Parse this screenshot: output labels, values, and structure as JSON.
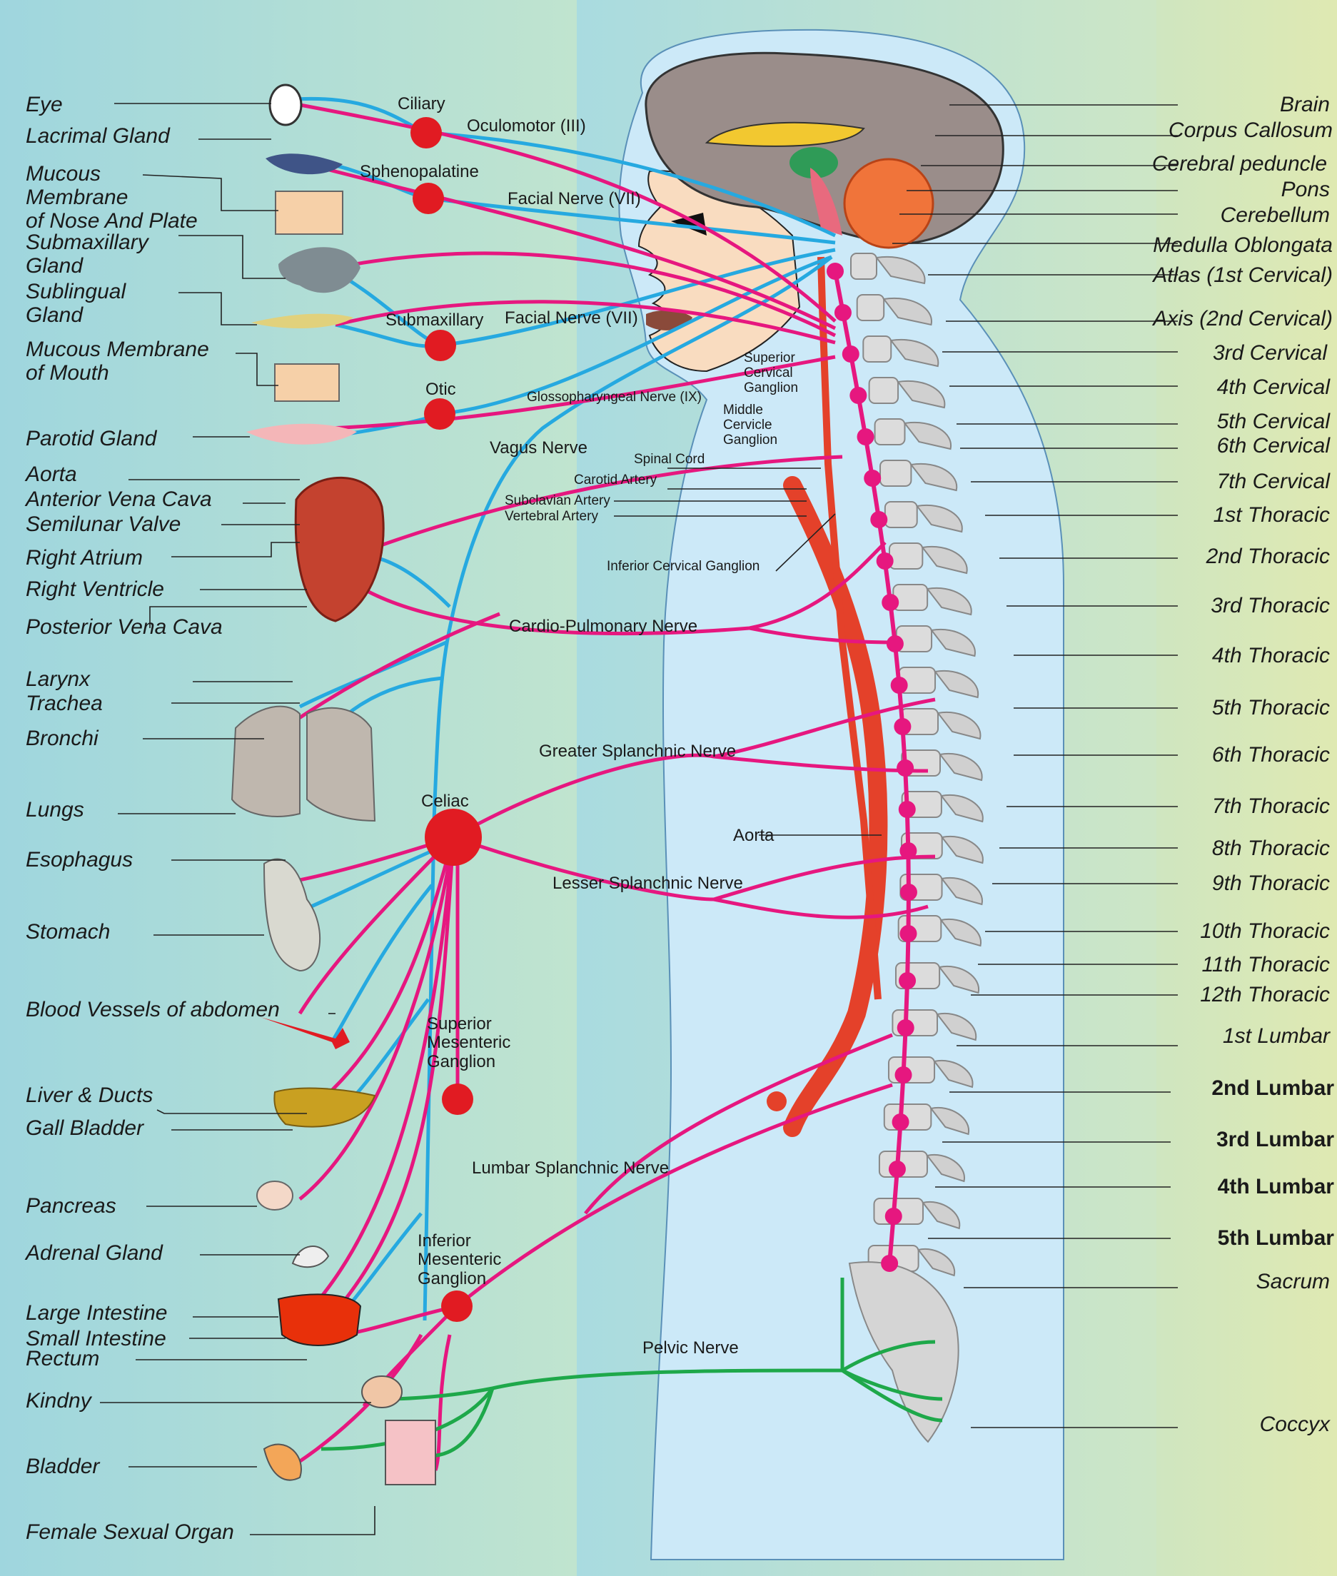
{
  "colors": {
    "sympathetic": "#e6177f",
    "parasympathetic": "#26a9e0",
    "pelvic": "#1ea84a",
    "ganglion": "#e11b22",
    "aorta": "#e4412a",
    "body_fill": "#cce9f8",
    "skin": "#f9dcc0",
    "brain": "#9a8d8a",
    "bg_left": "#9fd6de",
    "bg_right": "#dde9b6"
  },
  "left_labels": {
    "eye": "Eye",
    "lacrimal_gland": "Lacrimal Gland",
    "mucous_nose": "Mucous\nMembrane\nof Nose And Plate",
    "submaxillary_gland": "Submaxillary\nGland",
    "sublingual_gland": "Sublingual\nGland",
    "mucous_mouth": "Mucous Membrane\nof Mouth",
    "parotid_gland": "Parotid Gland",
    "aorta": "Aorta",
    "anterior_vena_cava": "Anterior Vena Cava",
    "semilunar_valve": "Semilunar Valve",
    "right_atrium": "Right Atrium",
    "right_ventricle": "Right Ventricle",
    "posterior_vena_cava": "Posterior Vena Cava",
    "larynx": "Larynx",
    "trachea": "Trachea",
    "bronchi": "Bronchi",
    "lungs": "Lungs",
    "esophagus": "Esophagus",
    "stomach": "Stomach",
    "blood_vessels": "Blood Vessels of abdomen",
    "liver": "Liver & Ducts",
    "gall_bladder": "Gall Bladder",
    "pancreas": "Pancreas",
    "adrenal": "Adrenal Gland",
    "large_intestine": "Large Intestine",
    "small_intestine": "Small Intestine",
    "rectum": "Rectum",
    "kidney": "Kindny",
    "bladder": "Bladder",
    "female_organ": "Female Sexual Organ"
  },
  "right_labels": {
    "brain": "Brain",
    "corpus_callosum": "Corpus Callosum",
    "cerebral_peduncle": "Cerebral peduncle",
    "pons": "Pons",
    "cerebellum": "Cerebellum",
    "medulla": "Medulla Oblongata",
    "atlas": "Atlas (1st Cervical)",
    "axis": "Axis (2nd Cervical)",
    "c3": "3rd Cervical",
    "c4": "4th Cervical",
    "c5": "5th Cervical",
    "c6": "6th Cervical",
    "c7": "7th Cervical",
    "t1": "1st Thoracic",
    "t2": "2nd Thoracic",
    "t3": "3rd Thoracic",
    "t4": "4th Thoracic",
    "t5": "5th Thoracic",
    "t6": "6th Thoracic",
    "t7": "7th Thoracic",
    "t8": "8th Thoracic",
    "t9": "9th Thoracic",
    "t10": "10th Thoracic",
    "t11": "11th Thoracic",
    "t12": "12th Thoracic",
    "l1": "1st Lumbar",
    "l2": "2nd Lumbar",
    "l3": "3rd Lumbar",
    "l4": "4th Lumbar",
    "l5": "5th Lumbar",
    "sacrum": "Sacrum",
    "coccyx": "Coccyx"
  },
  "middle_labels": {
    "ciliary": "Ciliary",
    "oculomotor": "Oculomotor (III)",
    "sphenopalatine": "Sphenopalatine",
    "facial_nerve_1": "Facial Nerve (VII)",
    "submaxillary": "Submaxillary",
    "facial_nerve_2": "Facial Nerve (VII)",
    "otic": "Otic",
    "glossopharyngeal": "Glossopharyngeal Nerve (IX)",
    "vagus": "Vagus Nerve",
    "superior_cervical": "Superior\nCervical\nGanglion",
    "middle_cervical": "Middle\nCervicle\nGanglion",
    "spinal_cord": "Spinal Cord",
    "carotid": "Carotid Artery",
    "subclavian": "Subclavian Artery",
    "vertebral": "Vertebral Artery",
    "inferior_cervical": "Inferior Cervical Ganglion",
    "cardio_pulmonary": "Cardio-Pulmonary Nerve",
    "greater_splanchnic": "Greater Splanchnic Nerve",
    "celiac": "Celiac",
    "aorta": "Aorta",
    "lesser_splanchnic": "Lesser Splanchnic Nerve",
    "superior_mesenteric": "Superior\nMesenteric\nGanglion",
    "lumbar_splanchnic": "Lumbar  Splanchnic Nerve",
    "inferior_mesenteric": "Inferior\nMesenteric\nGanglion",
    "pelvic_nerve": "Pelvic Nerve"
  }
}
